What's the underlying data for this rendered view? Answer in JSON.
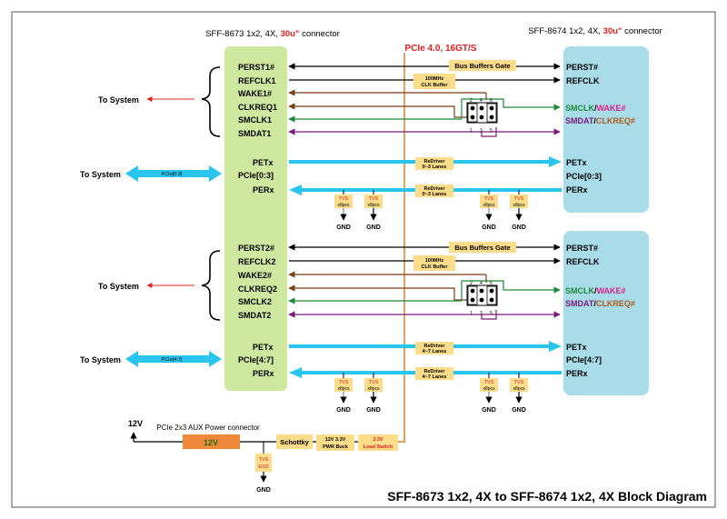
{
  "title": "SFF-8673 1x2, 4X to SFF-8674 1x2, 4X Block Diagram",
  "left_connector": {
    "prefix": "SFF-8673 1x2, 4X, ",
    "highlight": "30u\"",
    "suffix": " connector"
  },
  "right_connector": {
    "prefix": "SFF-8674 1x2, 4X, ",
    "highlight": "30u\"",
    "suffix": " connector"
  },
  "pcie_label": "PCIe 4.0, 16GT/S",
  "port1": {
    "left_signals": [
      "PERST1#",
      "REFCLK1",
      "WAKE1#",
      "CLKREQ1",
      "SMCLK1",
      "SMDAT1"
    ],
    "left_pcie": [
      "PETx",
      "PCIe[0:3]",
      "PERx"
    ],
    "right_signals": [
      "PERST#",
      "REFCLK"
    ],
    "right_sm1": {
      "a": "SMCLK",
      "sep": "/",
      "b": "WAKE#"
    },
    "right_sm2": {
      "a": "SMDAT",
      "sep": "/",
      "b": "CLKREQ#"
    },
    "right_pcie": [
      "PETx",
      "PCIe[0:3]",
      "PERx"
    ],
    "bus_label": "PCIe[0:3]",
    "redriver": [
      "ReDriver",
      "0~3 Lanes"
    ]
  },
  "port2": {
    "left_signals": [
      "PERST2#",
      "REFCLK2",
      "WAKE2#",
      "CLKREQ2",
      "SMCLK2",
      "SMDAT2"
    ],
    "left_pcie": [
      "PETx",
      "PCIe[4:7]",
      "PERx"
    ],
    "right_signals": [
      "PERST#",
      "REFCLK"
    ],
    "right_sm1": {
      "a": "SMCLK",
      "sep": "/",
      "b": "WAKE#"
    },
    "right_sm2": {
      "a": "SMDAT",
      "sep": "/",
      "b": "CLKREQ#"
    },
    "right_pcie": [
      "PETx",
      "PCIe[4:7]",
      "PERx"
    ],
    "bus_label": "PCIe[4:7]",
    "redriver": [
      "ReDriver",
      "4~7 Lanes"
    ]
  },
  "common": {
    "to_system": "To System",
    "bus_buffers_gate": "Bus Buffers Gate",
    "clk_buffer": [
      "100MHz",
      "CLK Buffer"
    ],
    "tvs": [
      "TVS",
      "x8pcs"
    ],
    "gnd": "GND"
  },
  "power": {
    "v12": "12V",
    "connector_label": "PCIe 2x3 AUX Power connector",
    "connector_value": "12V",
    "schottky": "Schottky",
    "buck": [
      "12V 3.3V",
      "PWR Buck"
    ],
    "load_switch": [
      "3.3V",
      "Load Switch"
    ],
    "esd": [
      "TVS",
      "ESD"
    ],
    "gnd": "GND"
  },
  "colors": {
    "left_block": "#cfe8a0",
    "right_block": "#a8dce8",
    "pcie_bus": "#29c5ef",
    "label_box": "#fddc8a",
    "power_connector": "#f0883a",
    "power_rail": "#d9822b",
    "brown": "#7a3e14",
    "green": "#1f8a3a",
    "purple": "#7a1a7a",
    "magenta": "#e0208a",
    "red": "#e02020"
  }
}
